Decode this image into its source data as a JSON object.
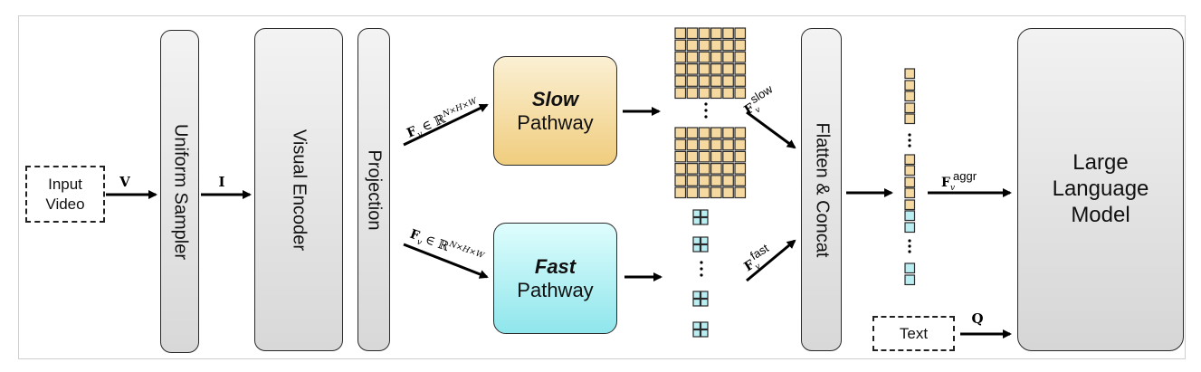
{
  "boxes": {
    "input_video": "Input\nVideo",
    "uniform_sampler": "Uniform Sampler",
    "visual_encoder": "Visual Encoder",
    "projection": "Projection",
    "flatten_concat": "Flatten & Concat",
    "large_language_model": "Large\nLanguage\nModel",
    "text": "Text"
  },
  "pathways": {
    "slow": {
      "title": "Slow",
      "subtitle": "Pathway"
    },
    "fast": {
      "title": "Fast",
      "subtitle": "Pathway"
    }
  },
  "arrow_labels": {
    "v": "V",
    "i": "I",
    "q": "Q",
    "slow_input_var": "F",
    "slow_input_sub": "v",
    "slow_input_rel": "∈ ℝ",
    "slow_input_sup": "N×H×W",
    "fast_input_var": "F",
    "fast_input_sub": "v",
    "fast_input_rel": "∈ ℝ",
    "fast_input_sup": "N×H×W",
    "slow_out_var": "F",
    "slow_out_sub": "v",
    "slow_out_sup": "slow",
    "fast_out_var": "F",
    "fast_out_sub": "v",
    "fast_out_sup": "fast",
    "aggr_var": "F",
    "aggr_sub": "v",
    "aggr_sup": "aggr"
  },
  "colors": {
    "slow_token": "#f5d9a0",
    "fast_token": "#b9eef2",
    "token_stroke": "#2a2a2a",
    "arrow": "#000000"
  },
  "icons": [
    "ellipsis-vertical-dots"
  ]
}
